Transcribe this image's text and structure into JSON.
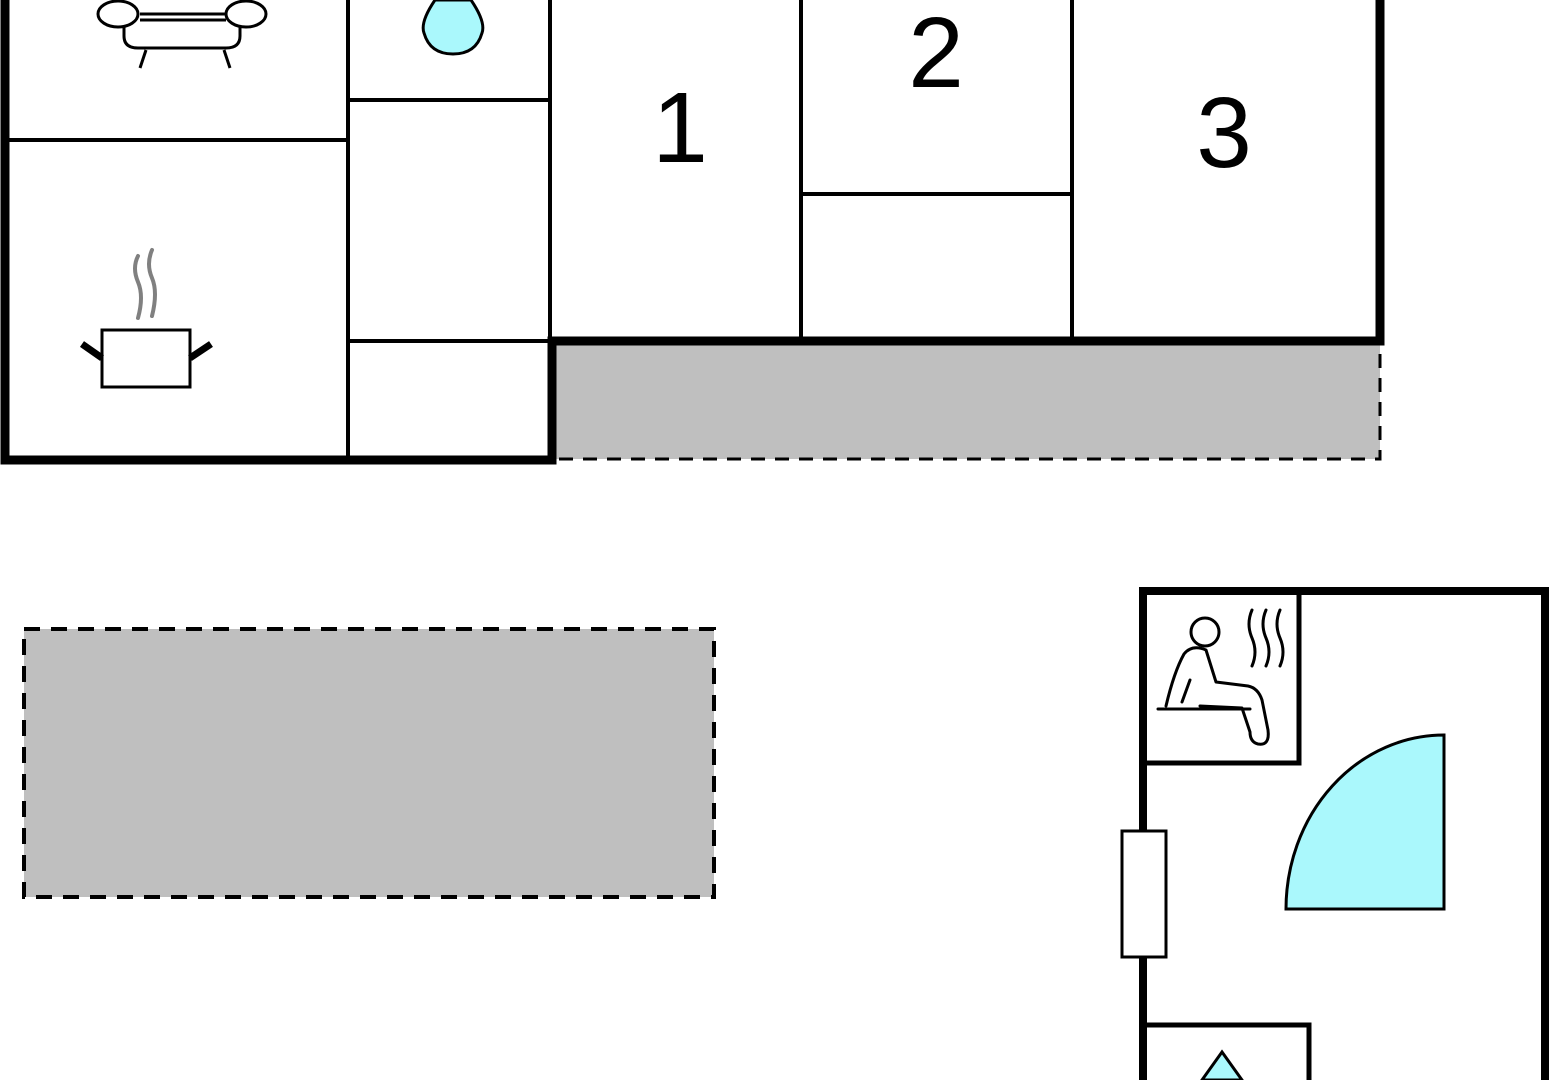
{
  "floorplan": {
    "rooms": [
      {
        "id": "bedroom-1",
        "number": "1"
      },
      {
        "id": "bedroom-2",
        "number": "2"
      },
      {
        "id": "bedroom-3",
        "number": "3"
      }
    ],
    "icons": {
      "living": "sofa-icon",
      "kitchen": "cooking-pot-icon",
      "bathroom_upper": "water-drop-icon",
      "sauna": "sauna-icon",
      "shower": "shower-quarter-circle-icon",
      "bathroom_lower": "water-drop-icon"
    },
    "colors": {
      "wall": "#000000",
      "terrace_fill": "#bfbfbf",
      "water_fill": "#aaf8fc",
      "steam": "#808080",
      "background": "#ffffff"
    }
  }
}
